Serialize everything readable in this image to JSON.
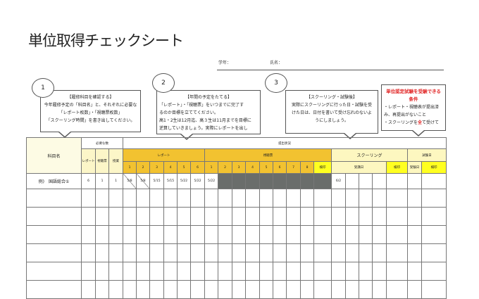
{
  "title": "単位取得チェックシート",
  "grade_label": "学年：",
  "name_label": "氏名：",
  "bubbles": [
    {
      "num": "1",
      "heading": "【履修科目を確認する】",
      "lines": [
        "今年履修予定の「科目名」と、それぞれに必要な",
        "「レポート枚数」・「視聴票枚数」",
        "「スクーリング時間」を書き出してください。"
      ]
    },
    {
      "num": "2",
      "heading": "【年間の予定をたてる】",
      "lines": [
        "「レポート」・「視聴票」をいつまでに完了す",
        "るのか目標を立ててください。",
        "高1・2生は12月迄、高３生は11月までを目標に",
        "逆算していきましょう。実際にレポートを出し"
      ]
    },
    {
      "num": "3",
      "heading": "【スクーリング・試験後】",
      "lines": [
        "実際にスクーリングに行った日・試験を受",
        "けた日は、日付を書いて受け忘れのないよ",
        "うにしましょう。"
      ]
    },
    {
      "heading": "単位認定試験を受験できる条件",
      "lines": [
        "・レポート・視聴表が提出済",
        "み、再提出がないこと",
        "・スクーリングを",
        "全",
        "て受けて"
      ]
    }
  ],
  "table": {
    "required_header": "必要な数",
    "status_header": "提出状況",
    "subject_header": "科目名",
    "req_cols": [
      "レポート",
      "視聴票",
      "授業"
    ],
    "report": "レポート",
    "viewing": "視聴票",
    "schooling": "スクーリング",
    "exam": "試験日",
    "report_nums": [
      "1",
      "2",
      "3",
      "4",
      "5",
      "6"
    ],
    "viewing_nums": [
      "1",
      "2",
      "3",
      "4",
      "5",
      "6",
      "7",
      "8"
    ],
    "stamp": "検印",
    "attend_date": "受講日",
    "exam_date": "受験日",
    "example": {
      "subject": "例)　国語総合①",
      "req": [
        "6",
        "1",
        "1"
      ],
      "report": [
        "5/8",
        "5/8",
        "5/15",
        "5/15",
        "5/22",
        "5/22"
      ],
      "viewing1": "5/22",
      "schooling1": "6/2"
    }
  }
}
